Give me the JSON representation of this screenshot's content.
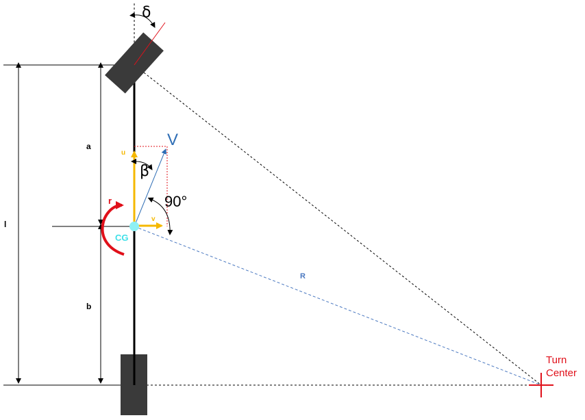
{
  "labels": {
    "delta": "δ",
    "a": "a",
    "b": "b",
    "l": "l",
    "V": "V",
    "u": "u",
    "v": "v",
    "beta": "β",
    "angle_90": "90°",
    "r": "r",
    "cg": "CG",
    "R": "R",
    "turn_line1": "Turn",
    "turn_line2": "Center"
  },
  "colors": {
    "velocity": "#2f6eb5",
    "components": "#f5b800",
    "yaw_rate": "#e0101a",
    "cg": "#3fe0e8",
    "radius": "#4a78c0",
    "turn_center": "#e0101a",
    "wheel": "#3a3a3a"
  }
}
